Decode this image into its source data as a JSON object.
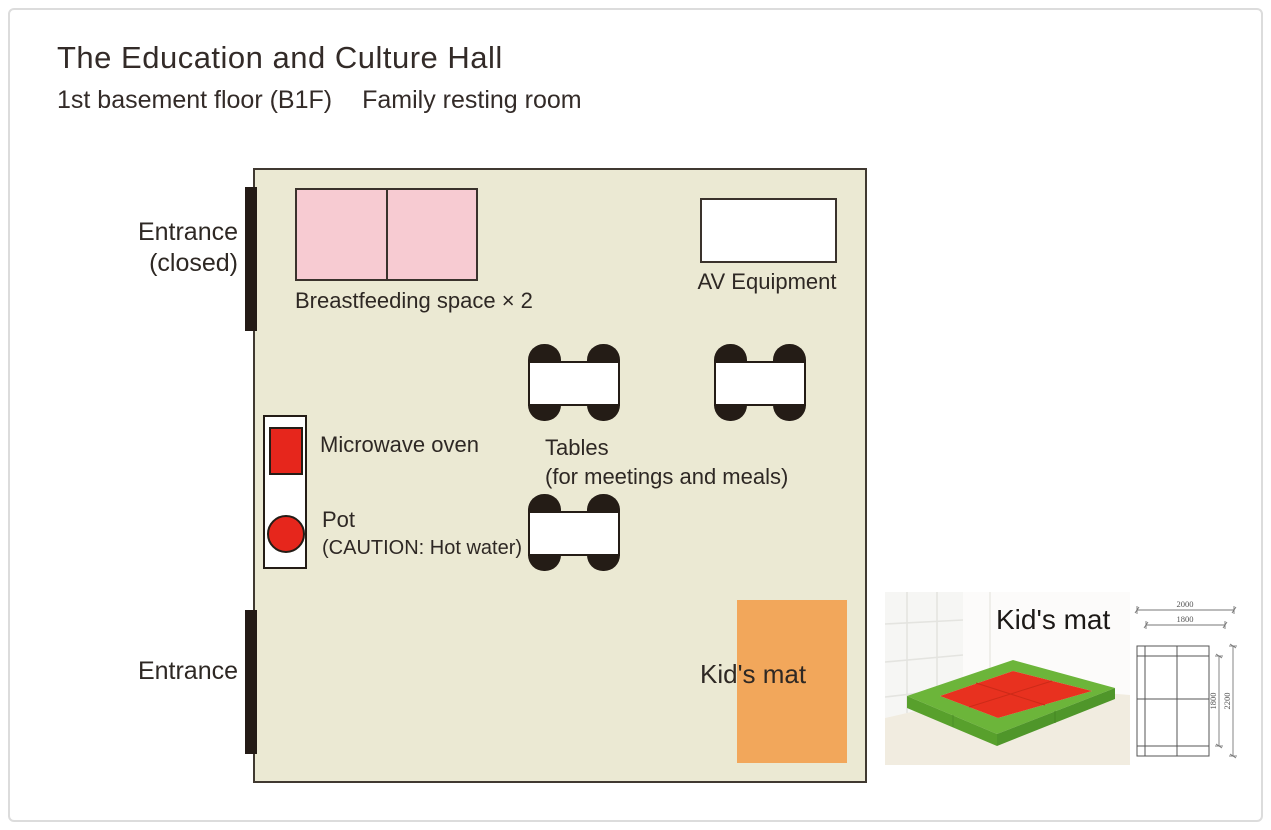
{
  "page": {
    "title": "The Education and Culture Hall",
    "subtitle": {
      "floor": "1st basement floor (B1F)",
      "room": "Family resting room"
    }
  },
  "floorplan": {
    "entrance_closed": {
      "line1": "Entrance",
      "line2": "(closed)"
    },
    "entrance": {
      "label": "Entrance"
    },
    "breastfeeding": {
      "label": "Breastfeeding space × 2"
    },
    "av_equipment": {
      "label": "AV Equipment"
    },
    "microwave": {
      "label": "Microwave oven"
    },
    "pot": {
      "label": "Pot",
      "caution": "(CAUTION: Hot water)"
    },
    "tables": {
      "label": "Tables",
      "note": "(for meetings and meals)"
    },
    "kids_mat": {
      "label": "Kid's mat"
    }
  },
  "photo": {
    "caption": "Kid's mat"
  },
  "mat_dimensions": {
    "outer_width": "2000",
    "inner_width": "1800",
    "inner_height": "1800",
    "outer_height": "2200"
  },
  "colors": {
    "room_fill": "#ebe9d3",
    "wall": "#403931",
    "breastfeeding_pink": "#f7cbd2",
    "appliance_red": "#e6261c",
    "kids_mat_orange": "#f2a75b",
    "photo_mat_red": "#e8311f",
    "photo_mat_green": "#6cb53a"
  }
}
